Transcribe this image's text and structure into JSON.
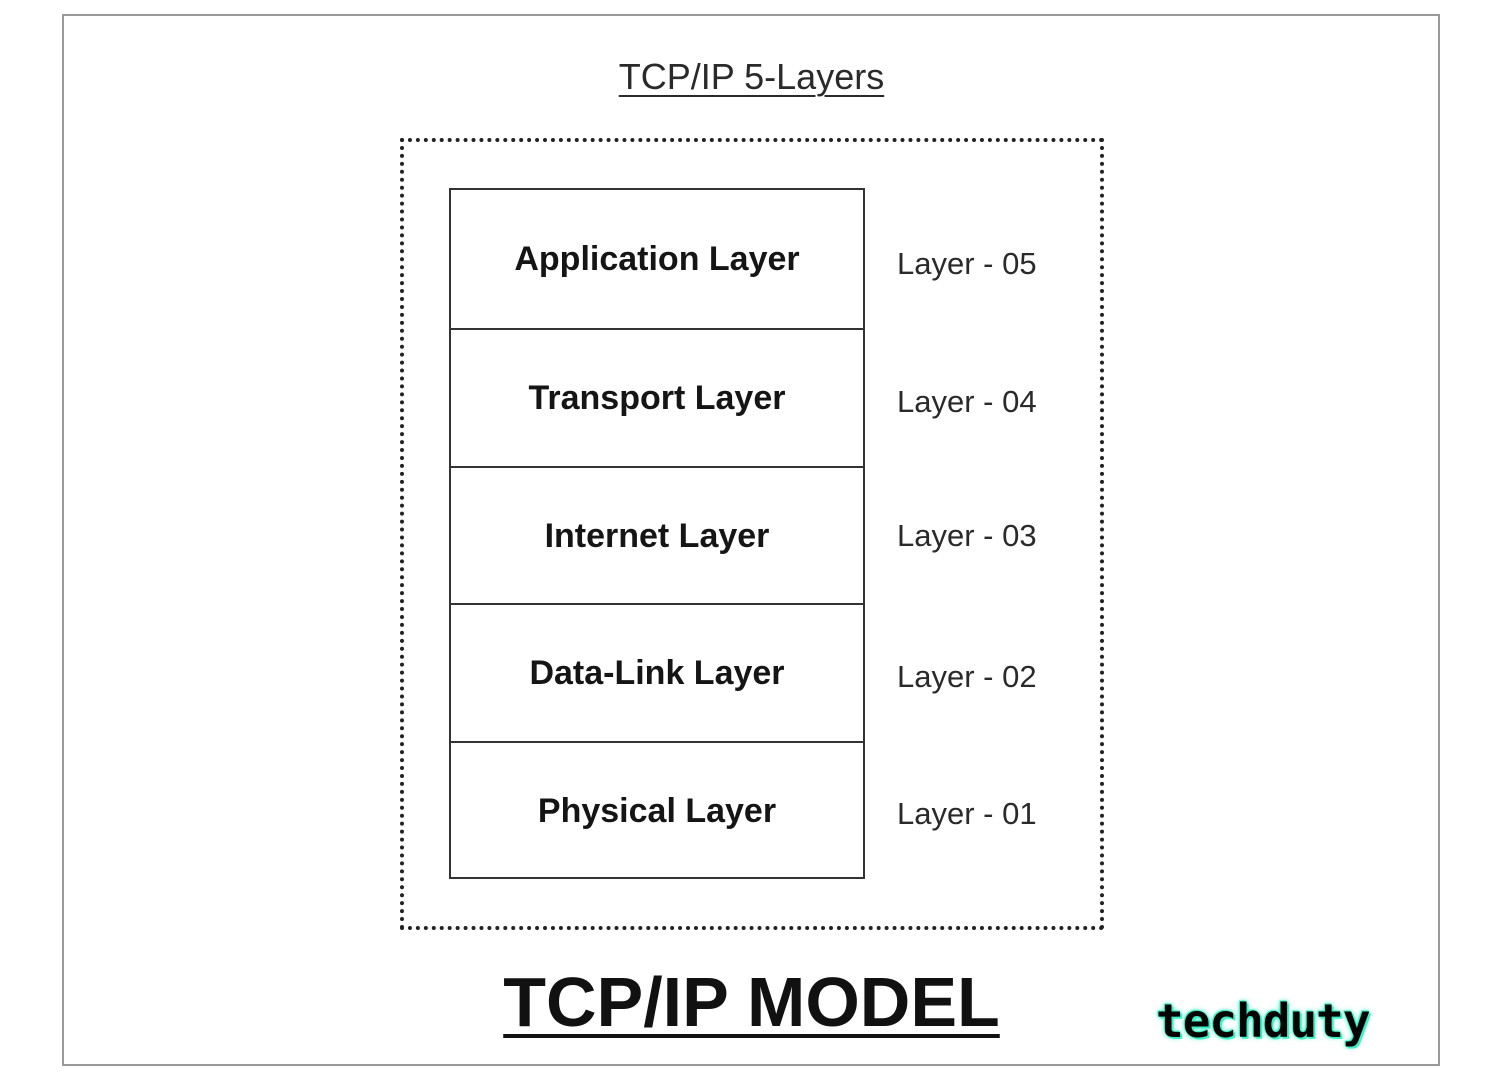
{
  "diagram": {
    "subtitle": "TCP/IP 5-Layers",
    "layers": [
      {
        "name": "Application Layer",
        "number": "Layer - 05"
      },
      {
        "name": "Transport Layer",
        "number": "Layer - 04"
      },
      {
        "name": "Internet Layer",
        "number": "Layer - 03"
      },
      {
        "name": "Data-Link Layer",
        "number": "Layer - 02"
      },
      {
        "name": "Physical Layer",
        "number": "Layer - 01"
      }
    ],
    "title": "TCP/IP MODEL"
  },
  "brand": {
    "logo_text": "techduty",
    "glow_color": "#3ff0c4"
  },
  "colors": {
    "text": "#151515",
    "border": "#333333",
    "frame": "#9a9a9a",
    "background": "#ffffff"
  }
}
